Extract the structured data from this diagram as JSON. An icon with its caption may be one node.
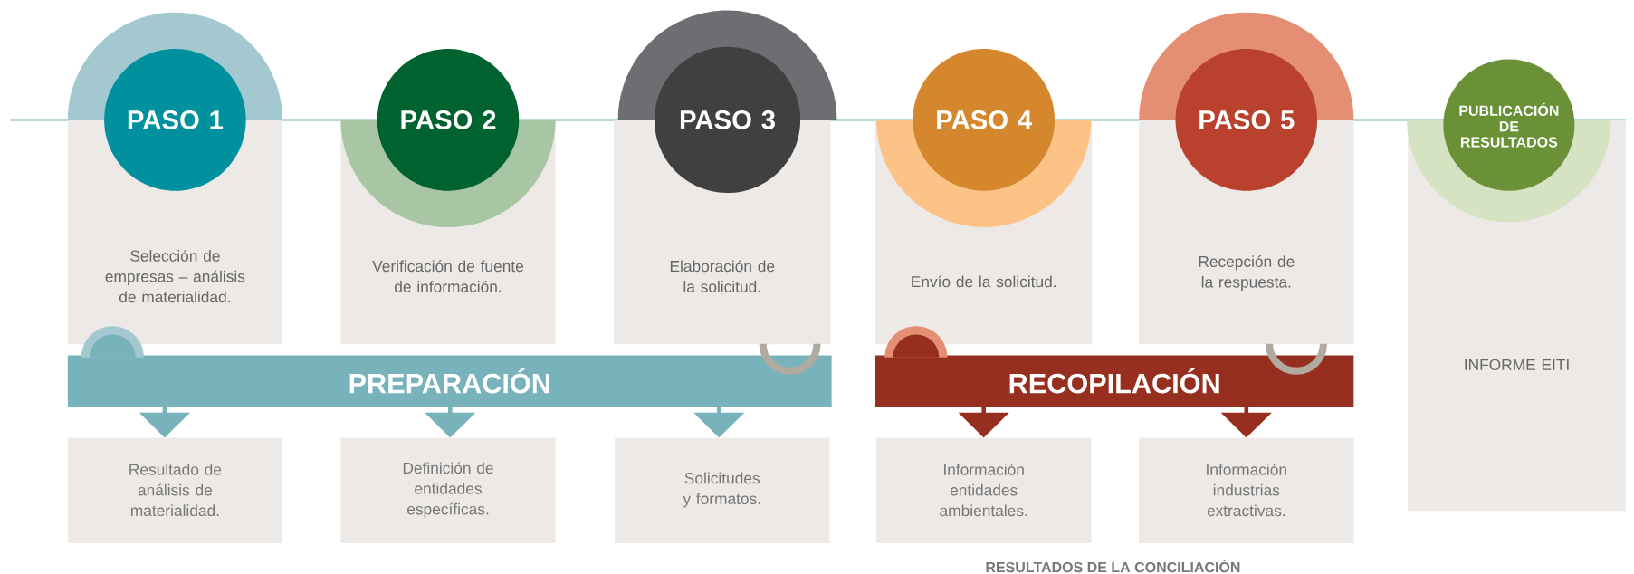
{
  "diagram": {
    "nodes": [
      {
        "text": [
          "PASO 1"
        ]
      },
      {
        "text": [
          "Selección de empresas – análisis de materialidad."
        ]
      },
      {
        "text": [
          "PASO 2"
        ]
      },
      {
        "text": [
          "Verificación de fuente de información."
        ]
      },
      {
        "text": [
          "PASO 3"
        ]
      },
      {
        "text": [
          "Elaboración de la solicitud."
        ]
      },
      {
        "text": [
          "PASO 4"
        ]
      },
      {
        "text": [
          "Envío de la solicitud."
        ]
      },
      {
        "text": [
          "PASO 5"
        ]
      },
      {
        "text": [
          "Recepción de la respuesta."
        ]
      },
      {
        "text": [
          "PUBLICACIÓN DE RESULTADOS"
        ]
      },
      {
        "text": [
          "INFORME EITI"
        ]
      },
      {
        "text": [
          "PREPARACIÓN"
        ]
      },
      {
        "text": [
          "RECOPILACIÓN"
        ]
      },
      {
        "text": [
          "Resultado de análisis de materialidad."
        ]
      },
      {
        "text": [
          "Definición de entidades específicas."
        ]
      },
      {
        "text": [
          "Solicitudes y formatos."
        ]
      },
      {
        "text": [
          "Información entidades ambientales."
        ]
      },
      {
        "text": [
          "Información industrias extractivas."
        ]
      }
    ],
    "edges": [
      {
        "from": 12,
        "to": 14,
        "arrow": "to"
      },
      {
        "from": 12,
        "to": 15,
        "arrow": "to"
      },
      {
        "from": 12,
        "to": 16,
        "arrow": "to"
      },
      {
        "from": 13,
        "to": 17,
        "arrow": "to",
        "color": "#962f1f"
      },
      {
        "from": 13,
        "to": 18,
        "arrow": "to",
        "color": "#962f1f"
      }
    ],
    "labels": [
      "RESULTADOS DE LA CONCILIACIÓN"
    ]
  }
}
